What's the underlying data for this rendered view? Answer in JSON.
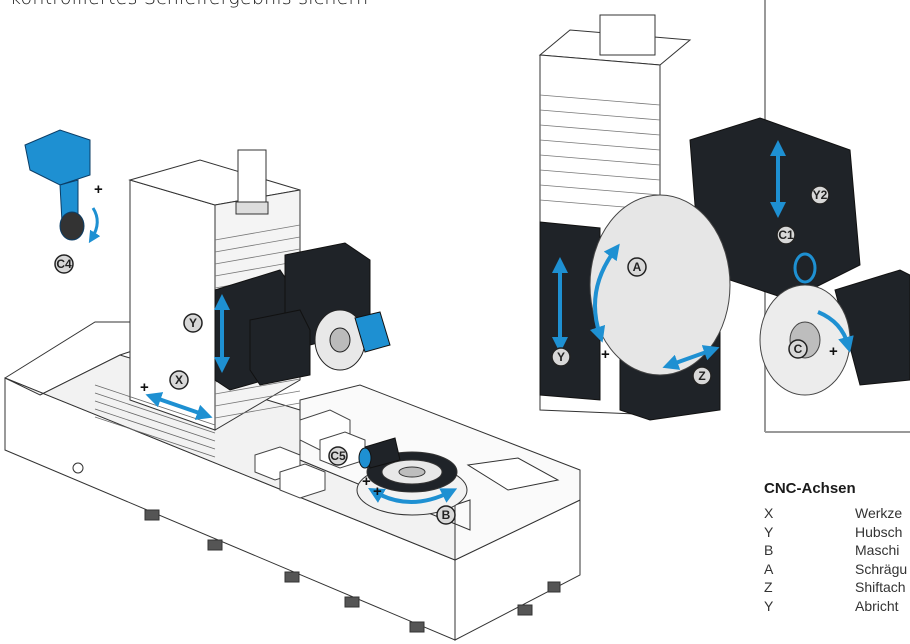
{
  "header": {
    "title": "kontrolliertes Schleifergebnis sichern"
  },
  "axes_panel": {
    "heading": "CNC-Achsen",
    "items": [
      {
        "key": "X",
        "label": "Werkze"
      },
      {
        "key": "Y",
        "label": "Hubsch"
      },
      {
        "key": "B",
        "label": "Maschi"
      },
      {
        "key": "A",
        "label": "Schrägu"
      },
      {
        "key": "Z",
        "label": "Shiftach"
      },
      {
        "key": "Y",
        "label": "Abricht"
      }
    ]
  },
  "badges": {
    "c4": "C4",
    "y_main": "Y",
    "x_main": "X",
    "c5": "C5",
    "b": "B",
    "a": "A",
    "y2": "Y2",
    "c1": "C1",
    "y_detail": "Y",
    "z": "Z",
    "c": "C"
  },
  "plus_sign": "+",
  "colors": {
    "accent_blue": "#1e90d2",
    "machine_dark": "#1f2328",
    "badge_fill": "#d8d8d8"
  }
}
